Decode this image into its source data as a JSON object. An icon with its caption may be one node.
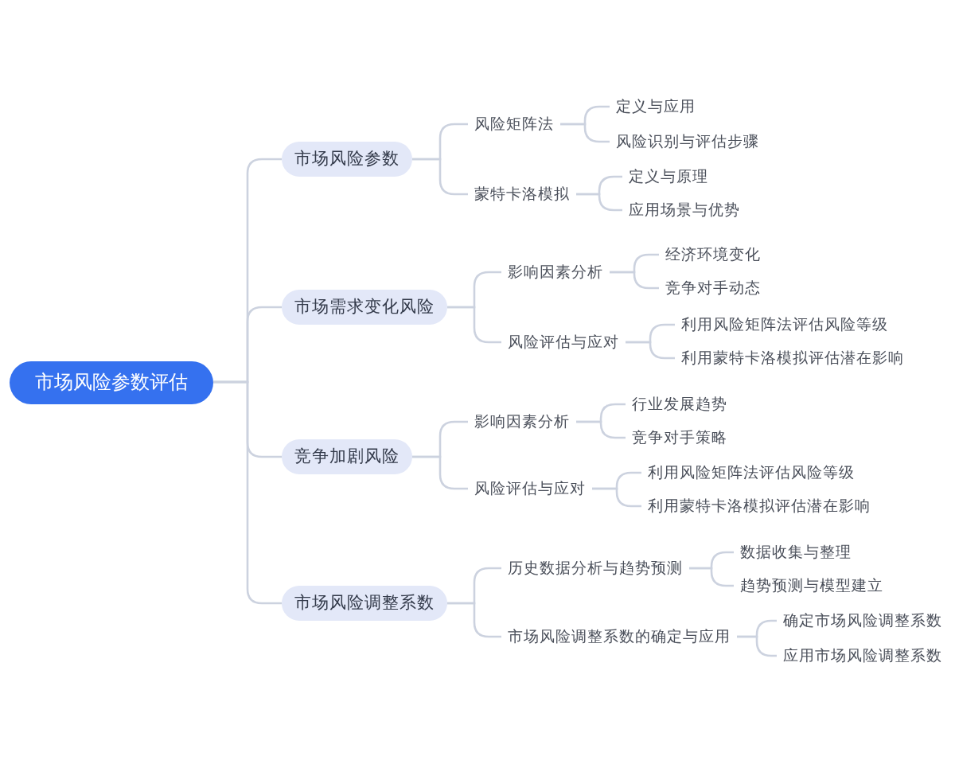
{
  "diagram": {
    "nodes": [
      {
        "text": [
          "市场风险参数评估"
        ]
      },
      {
        "text": [
          "市场风险参数"
        ]
      },
      {
        "text": [
          "风险矩阵法"
        ]
      },
      {
        "text": [
          "定义与应用"
        ]
      },
      {
        "text": [
          "风险识别与评估步骤"
        ]
      },
      {
        "text": [
          "蒙特卡洛模拟"
        ]
      },
      {
        "text": [
          "定义与原理"
        ]
      },
      {
        "text": [
          "应用场景与优势"
        ]
      },
      {
        "text": [
          "市场需求变化风险"
        ]
      },
      {
        "text": [
          "影响因素分析"
        ]
      },
      {
        "text": [
          "经济环境变化"
        ]
      },
      {
        "text": [
          "竞争对手动态"
        ]
      },
      {
        "text": [
          "风险评估与应对"
        ]
      },
      {
        "text": [
          "利用风险矩阵法评估风险等级"
        ]
      },
      {
        "text": [
          "利用蒙特卡洛模拟评估潜在影响"
        ]
      },
      {
        "text": [
          "竞争加剧风险"
        ]
      },
      {
        "text": [
          "影响因素分析"
        ]
      },
      {
        "text": [
          "行业发展趋势"
        ]
      },
      {
        "text": [
          "竞争对手策略"
        ]
      },
      {
        "text": [
          "风险评估与应对"
        ]
      },
      {
        "text": [
          "利用风险矩阵法评估风险等级"
        ]
      },
      {
        "text": [
          "利用蒙特卡洛模拟评估潜在影响"
        ]
      },
      {
        "text": [
          "市场风险调整系数"
        ]
      },
      {
        "text": [
          "历史数据分析与趋势预测"
        ]
      },
      {
        "text": [
          "数据收集与整理"
        ]
      },
      {
        "text": [
          "趋势预测与模型建立"
        ]
      },
      {
        "text": [
          "市场风险调整系数的确定与应用"
        ]
      },
      {
        "text": [
          "确定市场风险调整系数"
        ]
      },
      {
        "text": [
          "应用市场风险调整系数"
        ]
      }
    ],
    "edges": [
      {
        "from": 0,
        "to": 1,
        "arrow": "none"
      },
      {
        "from": 1,
        "to": 2,
        "arrow": "none"
      },
      {
        "from": 2,
        "to": 3,
        "arrow": "none"
      },
      {
        "from": 2,
        "to": 4,
        "arrow": "none"
      },
      {
        "from": 1,
        "to": 5,
        "arrow": "none"
      },
      {
        "from": 5,
        "to": 6,
        "arrow": "none"
      },
      {
        "from": 5,
        "to": 7,
        "arrow": "none"
      },
      {
        "from": 0,
        "to": 8,
        "arrow": "none"
      },
      {
        "from": 8,
        "to": 9,
        "arrow": "none"
      },
      {
        "from": 9,
        "to": 10,
        "arrow": "none"
      },
      {
        "from": 9,
        "to": 11,
        "arrow": "none"
      },
      {
        "from": 8,
        "to": 12,
        "arrow": "none"
      },
      {
        "from": 12,
        "to": 13,
        "arrow": "none"
      },
      {
        "from": 12,
        "to": 14,
        "arrow": "none"
      },
      {
        "from": 0,
        "to": 15,
        "arrow": "none"
      },
      {
        "from": 15,
        "to": 16,
        "arrow": "none"
      },
      {
        "from": 16,
        "to": 17,
        "arrow": "none"
      },
      {
        "from": 16,
        "to": 18,
        "arrow": "none"
      },
      {
        "from": 15,
        "to": 19,
        "arrow": "none"
      },
      {
        "from": 19,
        "to": 20,
        "arrow": "none"
      },
      {
        "from": 19,
        "to": 21,
        "arrow": "none"
      },
      {
        "from": 0,
        "to": 22,
        "arrow": "none"
      },
      {
        "from": 22,
        "to": 23,
        "arrow": "none"
      },
      {
        "from": 23,
        "to": 24,
        "arrow": "none"
      },
      {
        "from": 23,
        "to": 25,
        "arrow": "none"
      },
      {
        "from": 22,
        "to": 26,
        "arrow": "none"
      },
      {
        "from": 26,
        "to": 27,
        "arrow": "none"
      },
      {
        "from": 26,
        "to": 28,
        "arrow": "none"
      }
    ]
  }
}
